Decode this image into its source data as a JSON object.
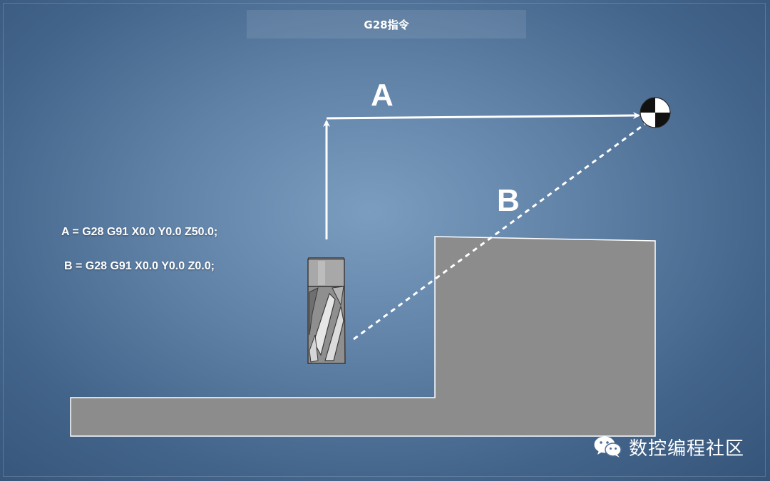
{
  "title": "G28指令",
  "labels": {
    "path_a": "A",
    "path_b": "B"
  },
  "code": {
    "line_a": "A = G28 G91 X0.0 Y0.0 Z50.0;",
    "line_b": "B = G28 G91 X0.0 Y0.0 Z0.0;"
  },
  "watermark": {
    "icon": "wechat-icon",
    "text": "数控编程社区"
  },
  "colors": {
    "background": "#5f81a6",
    "arrow": "#ffffff",
    "workpiece": "#8c8c8c",
    "tool": "#9a9a9a"
  }
}
